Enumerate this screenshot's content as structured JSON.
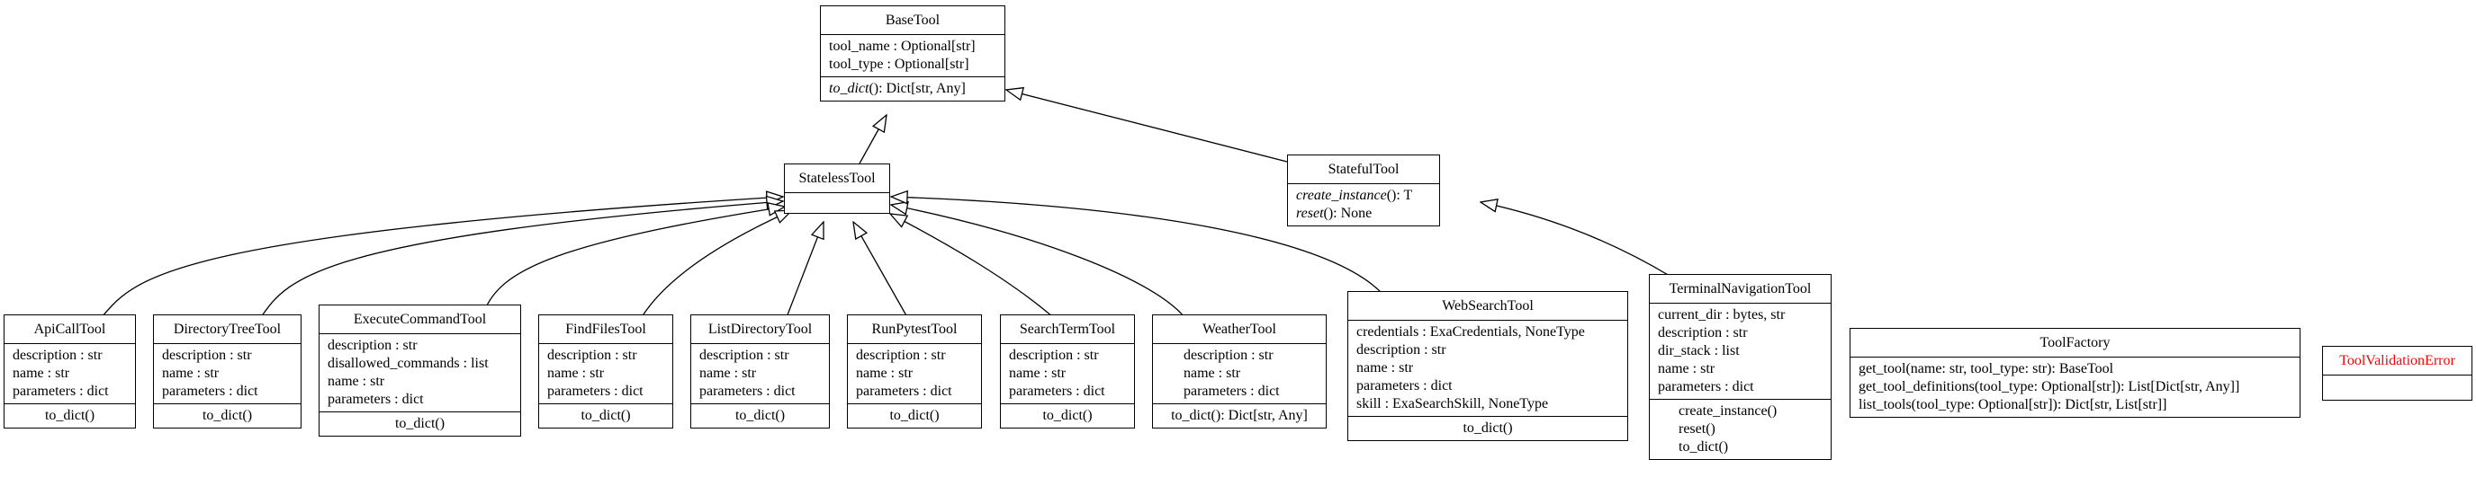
{
  "classes": {
    "base_tool": {
      "name": "BaseTool",
      "attributes": [
        "tool_name : Optional[str]",
        "tool_type : Optional[str]"
      ],
      "methods": [
        {
          "prefix": "to_dict",
          "suffix": "(): Dict[str, Any]",
          "abstract": true
        }
      ]
    },
    "stateless_tool": {
      "name": "StatelessTool"
    },
    "stateful_tool": {
      "name": "StatefulTool",
      "methods": [
        {
          "prefix": "create_instance",
          "suffix": "(): T",
          "abstract": true
        },
        {
          "prefix": "reset",
          "suffix": "(): None",
          "abstract": true
        }
      ]
    },
    "api_call_tool": {
      "name": "ApiCallTool",
      "attributes": [
        "description : str",
        "name : str",
        "parameters : dict"
      ],
      "methods": [
        "to_dict()"
      ]
    },
    "directory_tree_tool": {
      "name": "DirectoryTreeTool",
      "attributes": [
        "description : str",
        "name : str",
        "parameters : dict"
      ],
      "methods": [
        "to_dict()"
      ]
    },
    "execute_command_tool": {
      "name": "ExecuteCommandTool",
      "attributes": [
        "description : str",
        "disallowed_commands : list",
        "name : str",
        "parameters : dict"
      ],
      "methods": [
        "to_dict()"
      ]
    },
    "find_files_tool": {
      "name": "FindFilesTool",
      "attributes": [
        "description : str",
        "name : str",
        "parameters : dict"
      ],
      "methods": [
        "to_dict()"
      ]
    },
    "list_directory_tool": {
      "name": "ListDirectoryTool",
      "attributes": [
        "description : str",
        "name : str",
        "parameters : dict"
      ],
      "methods": [
        "to_dict()"
      ]
    },
    "run_pytest_tool": {
      "name": "RunPytestTool",
      "attributes": [
        "description : str",
        "name : str",
        "parameters : dict"
      ],
      "methods": [
        "to_dict()"
      ]
    },
    "search_term_tool": {
      "name": "SearchTermTool",
      "attributes": [
        "description : str",
        "name : str",
        "parameters : dict"
      ],
      "methods": [
        "to_dict()"
      ]
    },
    "weather_tool": {
      "name": "WeatherTool",
      "attributes": [
        "description : str",
        "name : str",
        "parameters : dict"
      ],
      "methods": [
        "to_dict(): Dict[str, Any]"
      ]
    },
    "web_search_tool": {
      "name": "WebSearchTool",
      "attributes": [
        "credentials : ExaCredentials, NoneType",
        "description : str",
        "name : str",
        "parameters : dict",
        "skill : ExaSearchSkill, NoneType"
      ],
      "methods": [
        "to_dict()"
      ]
    },
    "terminal_navigation_tool": {
      "name": "TerminalNavigationTool",
      "attributes": [
        "current_dir : bytes, str",
        "description : str",
        "dir_stack : list",
        "name : str",
        "parameters : dict"
      ],
      "methods": [
        "create_instance()",
        "reset()",
        "to_dict()"
      ]
    },
    "tool_factory": {
      "name": "ToolFactory",
      "methods": [
        "get_tool(name: str, tool_type: str): BaseTool",
        "get_tool_definitions(tool_type: Optional[str]): List[Dict[str, Any]]",
        "list_tools(tool_type: Optional[str]): Dict[str, List[str]]"
      ]
    },
    "tool_validation_error": {
      "name": "ToolValidationError",
      "color": "#ff0000"
    }
  },
  "relations": [
    {
      "from": "stateless_tool",
      "to": "base_tool",
      "kind": "inheritance"
    },
    {
      "from": "stateful_tool",
      "to": "base_tool",
      "kind": "inheritance"
    },
    {
      "from": "api_call_tool",
      "to": "stateless_tool",
      "kind": "inheritance"
    },
    {
      "from": "directory_tree_tool",
      "to": "stateless_tool",
      "kind": "inheritance"
    },
    {
      "from": "execute_command_tool",
      "to": "stateless_tool",
      "kind": "inheritance"
    },
    {
      "from": "find_files_tool",
      "to": "stateless_tool",
      "kind": "inheritance"
    },
    {
      "from": "list_directory_tool",
      "to": "stateless_tool",
      "kind": "inheritance"
    },
    {
      "from": "run_pytest_tool",
      "to": "stateless_tool",
      "kind": "inheritance"
    },
    {
      "from": "search_term_tool",
      "to": "stateless_tool",
      "kind": "inheritance"
    },
    {
      "from": "weather_tool",
      "to": "stateless_tool",
      "kind": "inheritance"
    },
    {
      "from": "web_search_tool",
      "to": "stateless_tool",
      "kind": "inheritance"
    },
    {
      "from": "terminal_navigation_tool",
      "to": "stateful_tool",
      "kind": "inheritance"
    }
  ]
}
